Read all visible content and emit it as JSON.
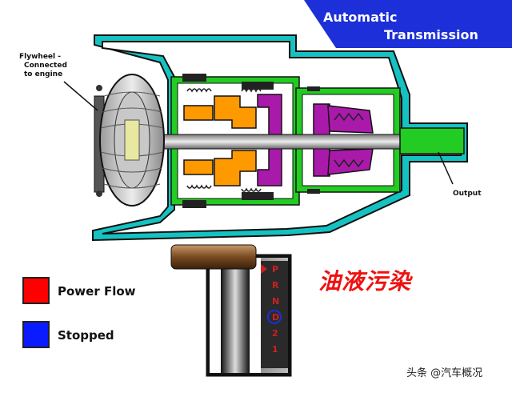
{
  "title": {
    "line1": "Automatic",
    "line2": "Transmission"
  },
  "labels": {
    "flywheel_line1": "Flywheel -",
    "flywheel_line2": "Connected",
    "flywheel_line3": "to engine",
    "output": "Output"
  },
  "legend": {
    "items": [
      {
        "label": "Power Flow",
        "color": "#ff0000"
      },
      {
        "label": "Stopped",
        "color": "#0a1cff"
      }
    ]
  },
  "gear_selector": {
    "positions": [
      "P",
      "R",
      "N",
      "D",
      "2",
      "1"
    ]
  },
  "caption": "油液污染",
  "watermark": "头条 @汽车概况",
  "colors": {
    "title_bg": "#1c2fd8",
    "housing": "#15c2c2",
    "inner_frame": "#22cc22",
    "orange_part": "#ff9900",
    "purple_part": "#aa1aaa",
    "dark_part": "#222222"
  }
}
